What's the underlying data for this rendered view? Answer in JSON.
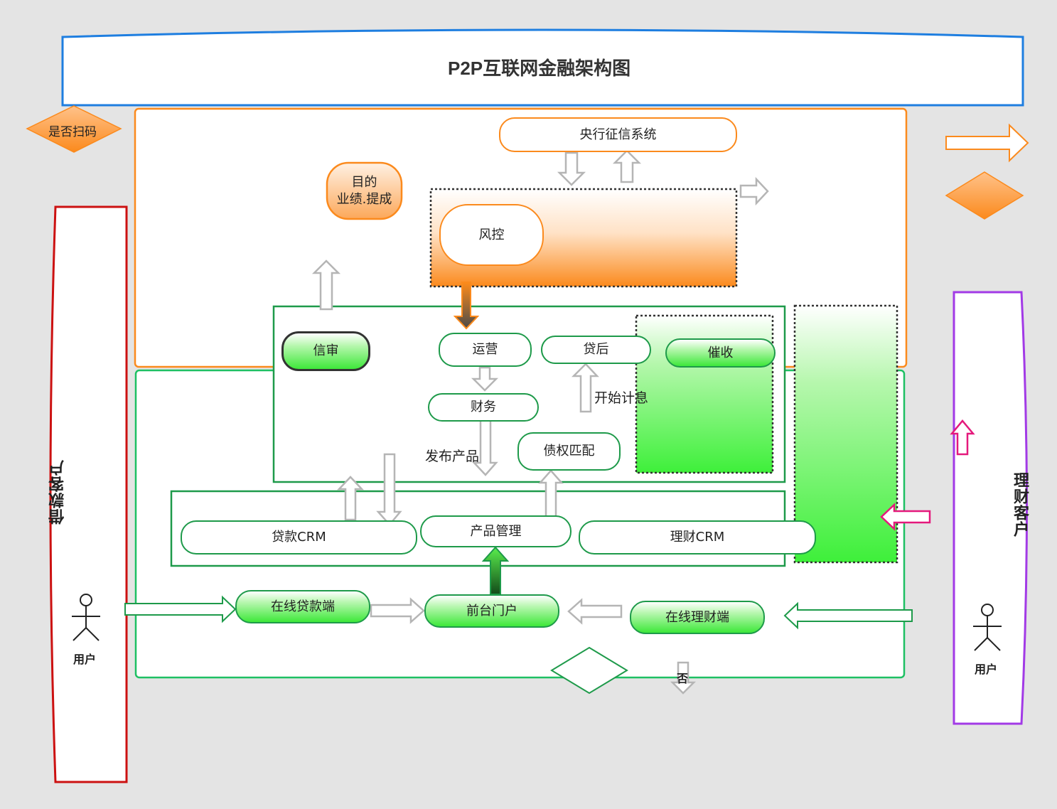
{
  "title": "P2P互联网金融架构图",
  "decision": {
    "scan_label": "是否扫码",
    "no_label": "否"
  },
  "top": {
    "credit_system": "央行征信系统",
    "goal": "目的\n业绩.提成",
    "risk_control": "风控"
  },
  "middle": {
    "credit_review": "信审",
    "operations": "运营",
    "post_loan": "贷后",
    "collection": "催收",
    "finance": "财务",
    "start_interest": "开始计息",
    "publish_product": "发布产品",
    "debt_matching": "债权匹配"
  },
  "crm": {
    "loan_crm": "贷款CRM",
    "product_mgmt": "产品管理",
    "wealth_crm": "理财CRM"
  },
  "front": {
    "online_loan": "在线贷款端",
    "portal": "前台门户",
    "online_wealth": "在线理财端"
  },
  "left_panel": {
    "label": "借款客户",
    "user": "用户"
  },
  "right_panel": {
    "label": "理财客户",
    "user": "用户"
  },
  "colors": {
    "orange": "#fb8a1d",
    "green": "#1e9a4a",
    "blue": "#1e7ee0",
    "red": "#cc1111",
    "purple": "#a23ae6",
    "magenta": "#e4197c"
  }
}
